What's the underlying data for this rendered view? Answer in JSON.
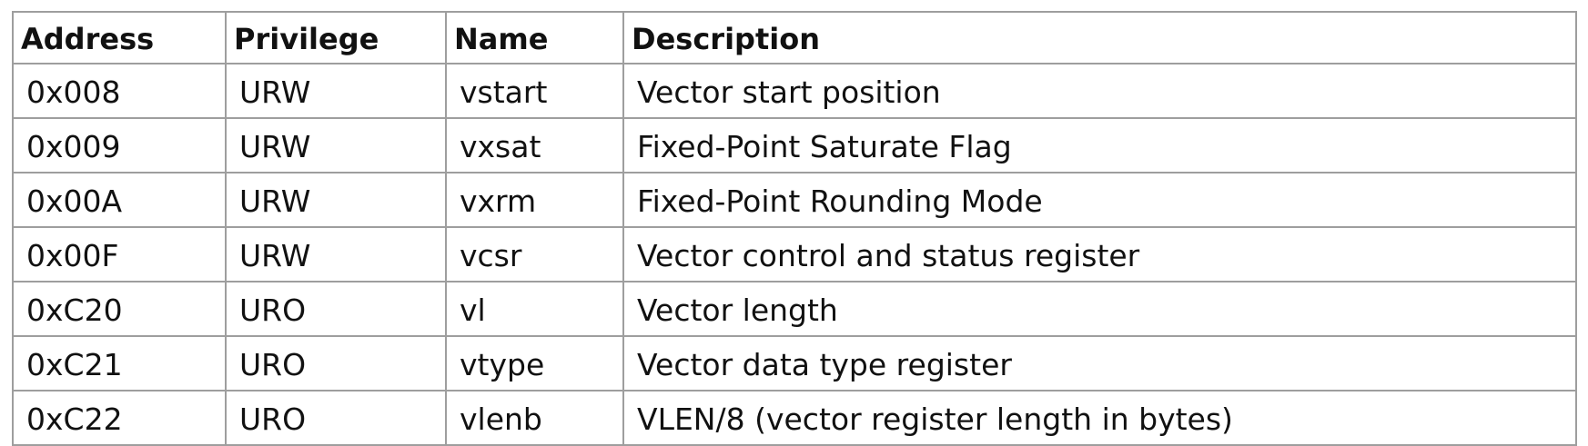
{
  "table": {
    "headers": [
      "Address",
      "Privilege",
      "Name",
      "Description"
    ],
    "rows": [
      [
        "0x008",
        "URW",
        "vstart",
        "Vector start position"
      ],
      [
        "0x009",
        "URW",
        "vxsat",
        "Fixed-Point Saturate Flag"
      ],
      [
        "0x00A",
        "URW",
        "vxrm",
        "Fixed-Point Rounding Mode"
      ],
      [
        "0x00F",
        "URW",
        "vcsr",
        "Vector control and status register"
      ],
      [
        "0xC20",
        "URO",
        "vl",
        "Vector length"
      ],
      [
        "0xC21",
        "URO",
        "vtype",
        "Vector data type register"
      ],
      [
        "0xC22",
        "URO",
        "vlenb",
        "VLEN/8 (vector register length in bytes)"
      ]
    ]
  }
}
